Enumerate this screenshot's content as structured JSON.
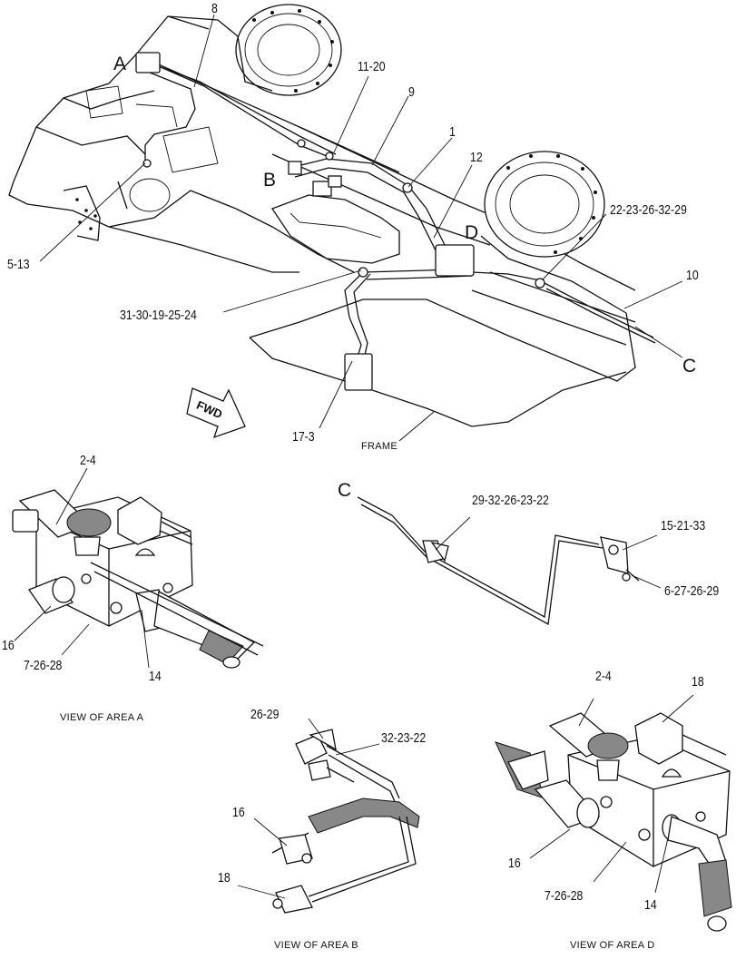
{
  "callouts": {
    "c8": "8",
    "cA": "A",
    "c11_20": "11-20",
    "c9": "9",
    "c1": "1",
    "c12": "12",
    "cB": "B",
    "cD": "D",
    "c22_29": "22-23-26-32-29",
    "c10": "10",
    "c5_13": "5-13",
    "c31_24": "31-30-19-25-24",
    "cC_main": "C",
    "c17_3": "17-3",
    "frame": "FRAME",
    "fwd": "FWD",
    "a_2_4": "2-4",
    "a_16": "16",
    "a_7_26_28": "7-26-28",
    "a_14": "14",
    "cC_detail": "C",
    "c_29_22": "29-32-26-23-22",
    "c_15_33": "15-21-33",
    "c_6_29": "6-27-26-29",
    "b_26_29": "26-29",
    "b_32_22": "32-23-22",
    "b_16": "16",
    "b_18": "18",
    "d_2_4": "2-4",
    "d_18": "18",
    "d_16": "16",
    "d_7_26_28": "7-26-28",
    "d_14": "14"
  },
  "captions": {
    "view_a": "VIEW OF AREA  A",
    "view_b": "VIEW OF AREA  B",
    "view_d": "VIEW OF AREA  D"
  }
}
